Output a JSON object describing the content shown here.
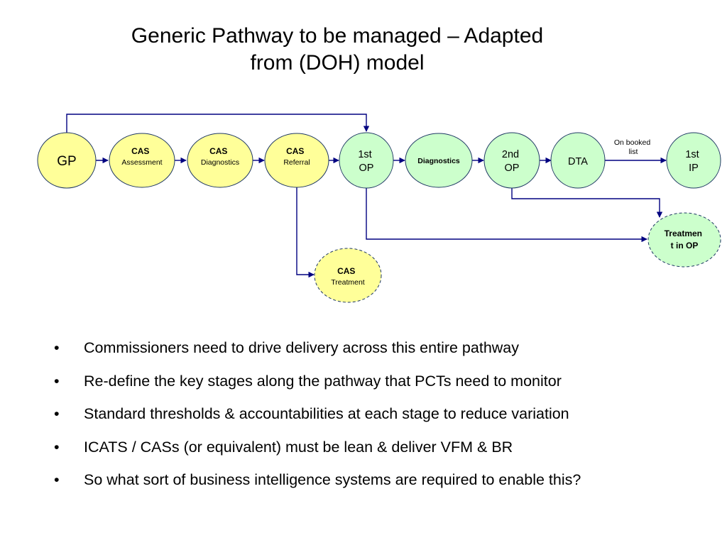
{
  "title": {
    "line1": "Generic Pathway to be managed – Adapted",
    "line2": "from (DOH) model"
  },
  "colors": {
    "yellow": "#ffff99",
    "green": "#ccffcc",
    "stroke": "#1f3864",
    "arrow": "#000080"
  },
  "nodes": {
    "gp": {
      "line1": "GP"
    },
    "cas_assessment": {
      "line1": "CAS",
      "line2": "Assessment"
    },
    "cas_diagnostics": {
      "line1": "CAS",
      "line2": "Diagnostics"
    },
    "cas_referral": {
      "line1": "CAS",
      "line2": "Referral"
    },
    "first_op": {
      "line1": "1st",
      "line2": "OP"
    },
    "diagnostics": {
      "line1": "Diagnostics"
    },
    "second_op": {
      "line1": "2nd",
      "line2": "OP"
    },
    "dta": {
      "line1": "DTA"
    },
    "first_ip": {
      "line1": "1st",
      "line2": "IP"
    },
    "treatment_op": {
      "line1": "Treatmen",
      "line2": "t in OP"
    },
    "cas_treatment": {
      "line1": "CAS",
      "line2": "Treatment"
    }
  },
  "edge_labels": {
    "on_booked_list": {
      "line1": "On booked",
      "line2": "list"
    }
  },
  "bullets": [
    "Commissioners need to drive delivery across this entire pathway",
    "Re-define the key stages along the pathway that PCTs need to monitor",
    "Standard thresholds & accountabilities at each stage to reduce variation",
    "ICATS / CASs (or equivalent) must be lean & deliver VFM & BR",
    "So what sort of business intelligence systems are required to enable this?"
  ],
  "bullet_symbol": "•"
}
